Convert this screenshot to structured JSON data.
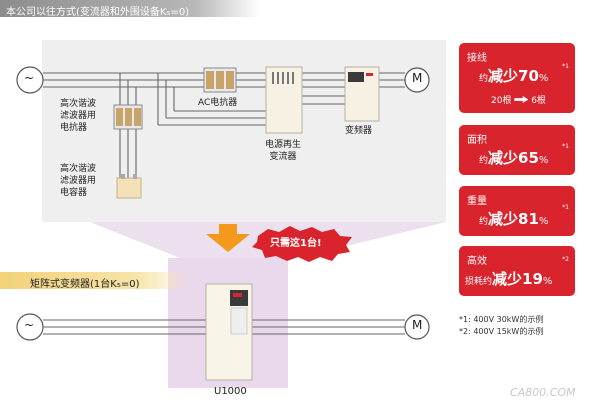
{
  "header": {
    "title": "本公司以往方式(变流器和外围设备K₅=0)"
  },
  "conventional": {
    "high_harmonic_reactor": "高次谐波\n滤波器用\n电抗器",
    "ac_reactor": "AC电抗器",
    "regen_converter": "电源再生\n变流器",
    "inverter": "变频器",
    "high_harmonic_capacitor": "高次谐波\n滤波器用\n电容器",
    "source_symbol": "~",
    "motor_symbol": "M"
  },
  "callout": {
    "text": "只需这1台!"
  },
  "matrix": {
    "title": "矩阵式变频器(1台K₅=0)",
    "product_name": "U1000",
    "source_symbol": "~",
    "motor_symbol": "M"
  },
  "benefits": [
    {
      "label": "接线",
      "prefix": "约",
      "text": "减少",
      "value": "70",
      "unit": "%",
      "note": "*1",
      "sub_from": "20根",
      "sub_to": "6根"
    },
    {
      "label": "面积",
      "prefix": "约",
      "text": "减少",
      "value": "65",
      "unit": "%",
      "note": "*1"
    },
    {
      "label": "重量",
      "prefix": "约",
      "text": "减少",
      "value": "81",
      "unit": "%",
      "note": "*1"
    },
    {
      "label": "高效",
      "prefix": "损耗约",
      "text": "减少",
      "value": "19",
      "unit": "%",
      "note": "*2"
    }
  ],
  "footnotes": [
    "*1:  400V  30kW的示例",
    "*2:  400V  15kW的示例"
  ],
  "watermark": "CA800.COM",
  "colors": {
    "accent_red": "#d9232d",
    "arrow_orange": "#f39a1e",
    "panel_gray": "#f0f0f0",
    "matrix_panel": "#ead9ec"
  }
}
